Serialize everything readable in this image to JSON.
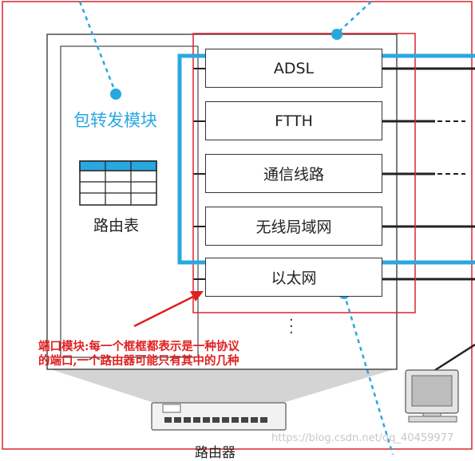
{
  "diagram": {
    "forward_module_label": "包转发模块",
    "routing_table_label": "路由表",
    "ports": [
      "ADSL",
      "FTTH",
      "通信线路",
      "无线局域网",
      "以太网"
    ],
    "annotation": "端口模块:每一个框框都表示是一种协议的端口,一个路由器可能只有其中的几种",
    "router_label": "路由器",
    "watermark": "https://blog.csdn.net/qq_40459977"
  },
  "colors": {
    "highlight_blue": "#29a8e0",
    "annotation_red": "#e02020",
    "frame_red": "#d9272e"
  }
}
